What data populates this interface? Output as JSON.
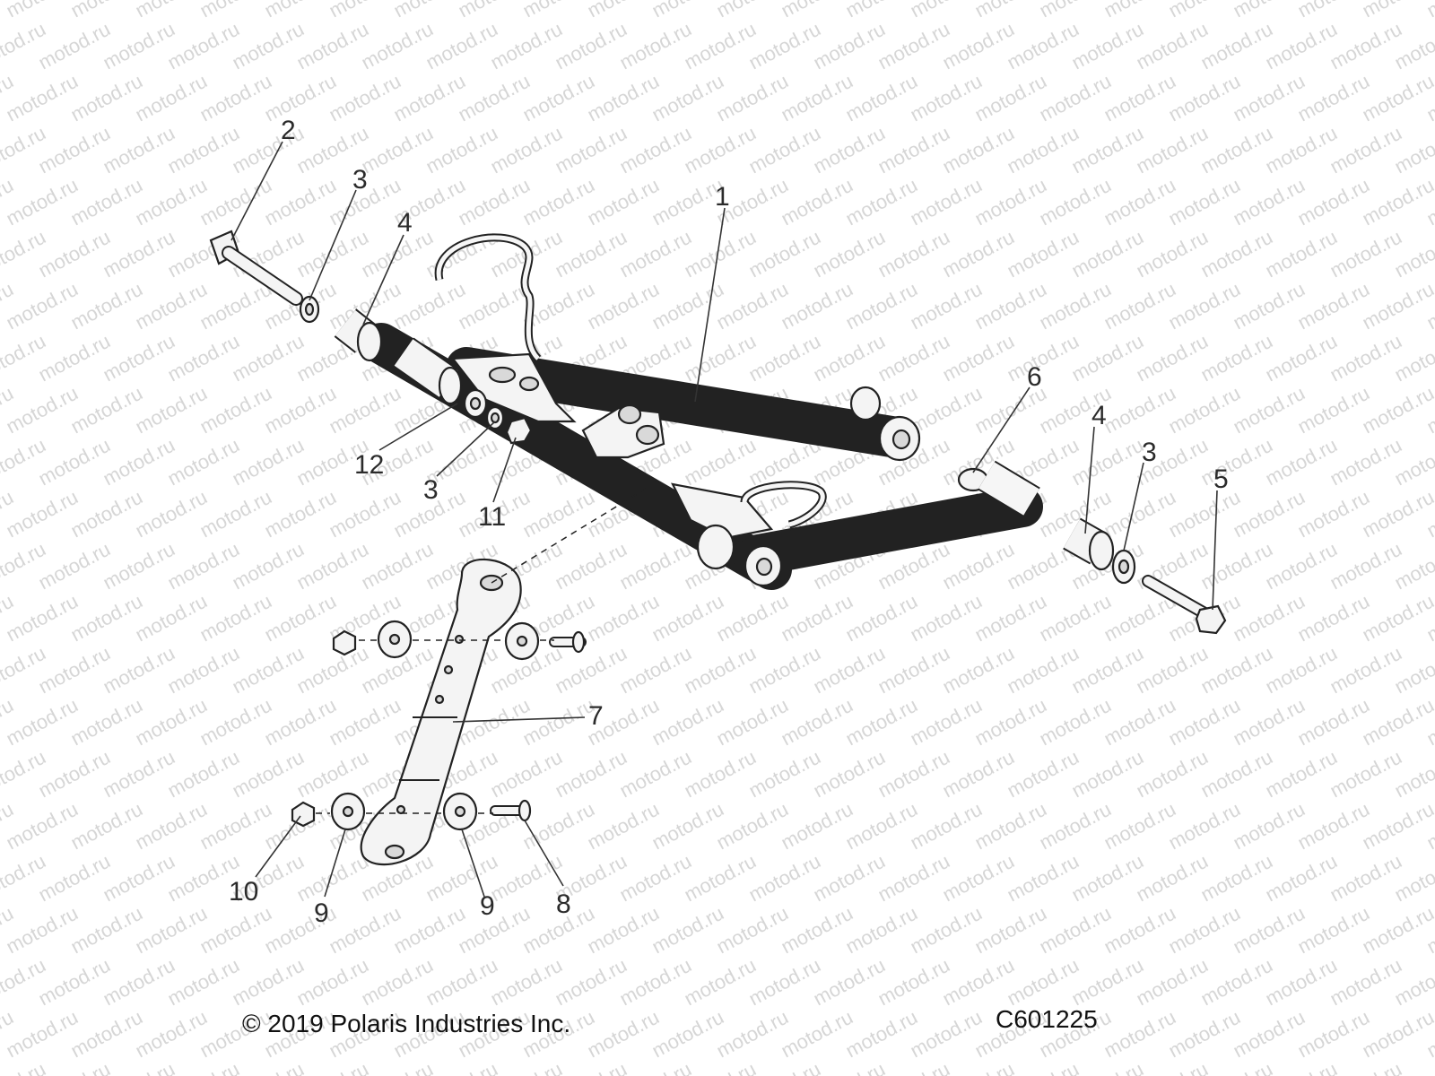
{
  "watermark": "motod.ru",
  "callouts": [
    {
      "id": "c1",
      "label": "1"
    },
    {
      "id": "c2",
      "label": "2"
    },
    {
      "id": "c3a",
      "label": "3"
    },
    {
      "id": "c4a",
      "label": "4"
    },
    {
      "id": "c6",
      "label": "6"
    },
    {
      "id": "c4b",
      "label": "4"
    },
    {
      "id": "c3b",
      "label": "3"
    },
    {
      "id": "c5",
      "label": "5"
    },
    {
      "id": "c12",
      "label": "12"
    },
    {
      "id": "c3c",
      "label": "3"
    },
    {
      "id": "c11",
      "label": "11"
    },
    {
      "id": "c7",
      "label": "7"
    },
    {
      "id": "c10",
      "label": "10"
    },
    {
      "id": "c9a",
      "label": "9"
    },
    {
      "id": "c9b",
      "label": "9"
    },
    {
      "id": "c8",
      "label": "8"
    }
  ],
  "footer": {
    "copyright": "© 2019 Polaris Industries Inc.",
    "code": "C601225"
  }
}
